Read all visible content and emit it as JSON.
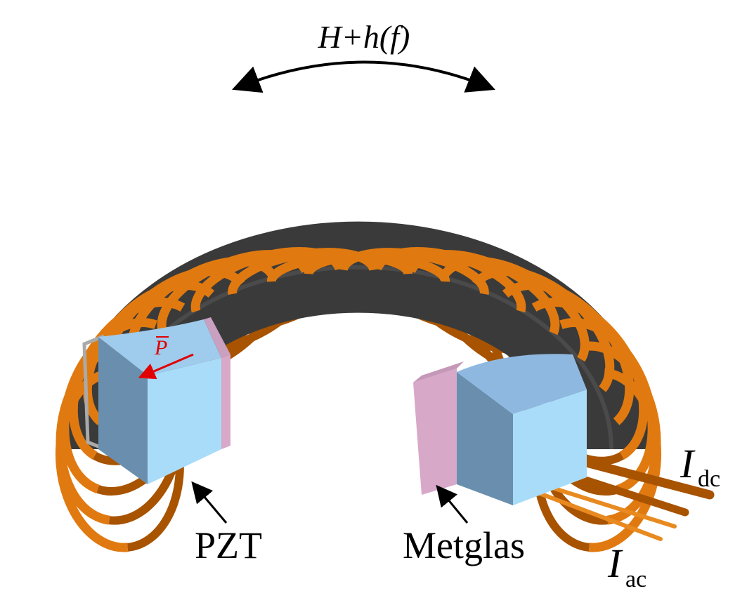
{
  "title": "H+h(f)",
  "labels": {
    "pzt": "PZT",
    "metglas": "Metglas",
    "polarization": "P",
    "idc_main": "I",
    "idc_sub": "dc",
    "iac_main": "I",
    "iac_sub": "ac"
  },
  "colors": {
    "core": "#3a3a3a",
    "coil": "#e07a10",
    "coil_dark": "#a85300",
    "pzt_light": "#a8dcf8",
    "pzt_dark": "#6a8fae",
    "metglas": "#d8a8c8",
    "polarization_arrow": "#e00000"
  }
}
